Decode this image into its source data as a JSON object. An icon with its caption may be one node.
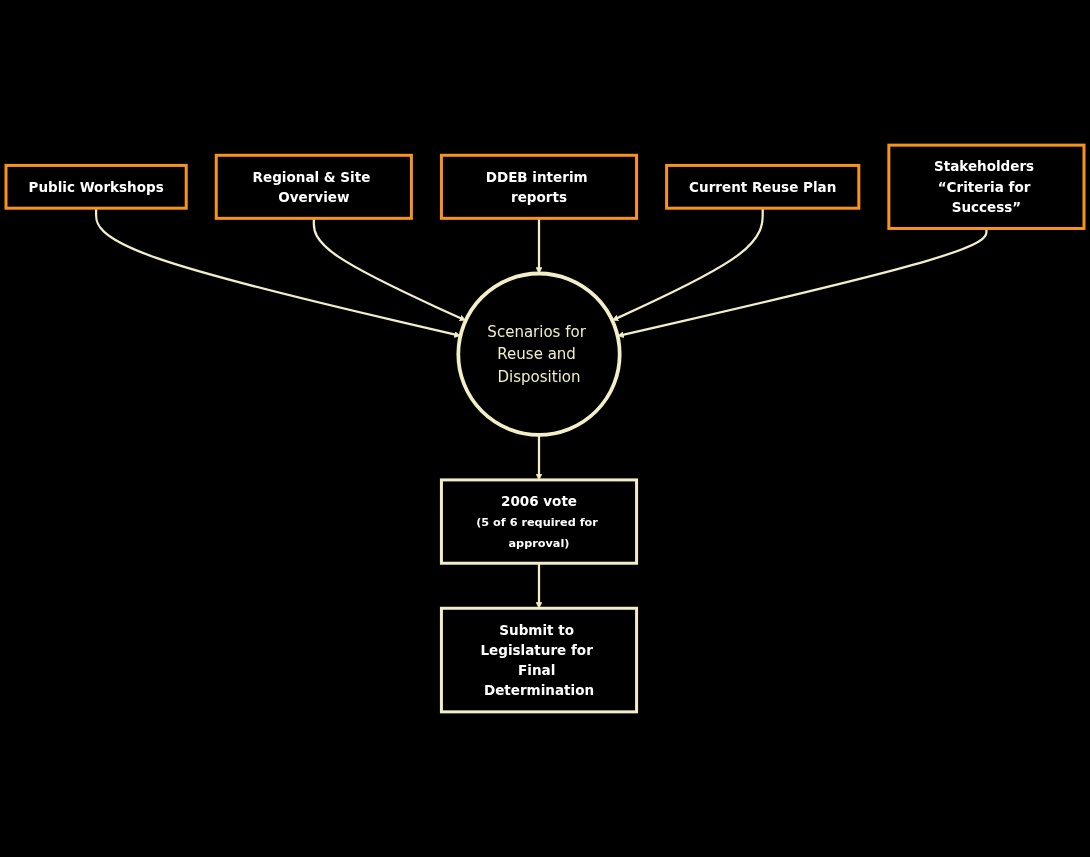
{
  "diagram": {
    "nodes": [
      {
        "text": [
          "Public Workshops"
        ]
      },
      {
        "text": [
          "Regional & Site Overview"
        ]
      },
      {
        "text": [
          "DDEB interim reports"
        ]
      },
      {
        "text": [
          "Current Reuse Plan"
        ]
      },
      {
        "text": [
          "Scenarios for Reuse and Disposition"
        ]
      },
      {
        "text": [
          "Stakeholders “Criteria for Success”"
        ]
      },
      {
        "text": [
          "2006 vote",
          "(5 of 6 required for approval)"
        ]
      },
      {
        "text": [
          "Submit to Legislature for Final Determination"
        ]
      }
    ],
    "edges": [
      {
        "from": 0,
        "to": 4,
        "arrow": "to"
      },
      {
        "from": 1,
        "to": 4,
        "arrow": "to"
      },
      {
        "from": 2,
        "to": 4,
        "arrow": "to"
      },
      {
        "from": 3,
        "to": 4,
        "arrow": "to"
      },
      {
        "from": 5,
        "to": 4,
        "arrow": "to"
      },
      {
        "from": 4,
        "to": 6,
        "arrow": "to"
      },
      {
        "from": 6,
        "to": 7,
        "arrow": "to"
      }
    ]
  }
}
